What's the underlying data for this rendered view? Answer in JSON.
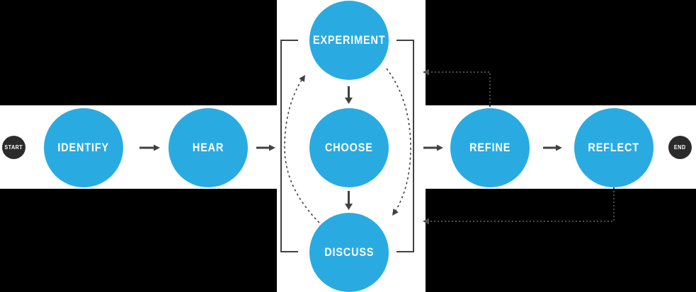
{
  "diagram": {
    "type": "process-flow",
    "nodes": {
      "start": "START",
      "identify": "IDENTIFY",
      "hear": "HEAR",
      "experiment": "EXPERIMENT",
      "choose": "CHOOSE",
      "discuss": "DISCUSS",
      "refine": "REFINE",
      "reflect": "REFLECT",
      "end": "END"
    },
    "edges": [
      "IDENTIFY -> HEAR (solid arrow)",
      "HEAR -> loop bracket (solid arrow)",
      "EXPERIMENT -> CHOOSE (solid arrow down)",
      "CHOOSE -> DISCUSS (solid arrow down)",
      "loop bracket -> REFINE (solid arrow)",
      "REFINE -> REFLECT (solid arrow)",
      "DISCUSS -> EXPERIMENT (dashed curve up, left side of loop)",
      "EXPERIMENT -> DISCUSS (dashed curve down, right side of loop)",
      "REFINE -> loop (dotted feedback, top)",
      "REFLECT -> loop (dotted feedback, bottom)"
    ],
    "colors": {
      "background": "#000000",
      "panel": "#FFFFFF",
      "node_fill": "#29ABE2",
      "terminal_fill": "#2B2B2B",
      "node_text": "#FFFFFF",
      "connector": "#414042",
      "feedback_dotted": "#4D4D4D"
    }
  }
}
